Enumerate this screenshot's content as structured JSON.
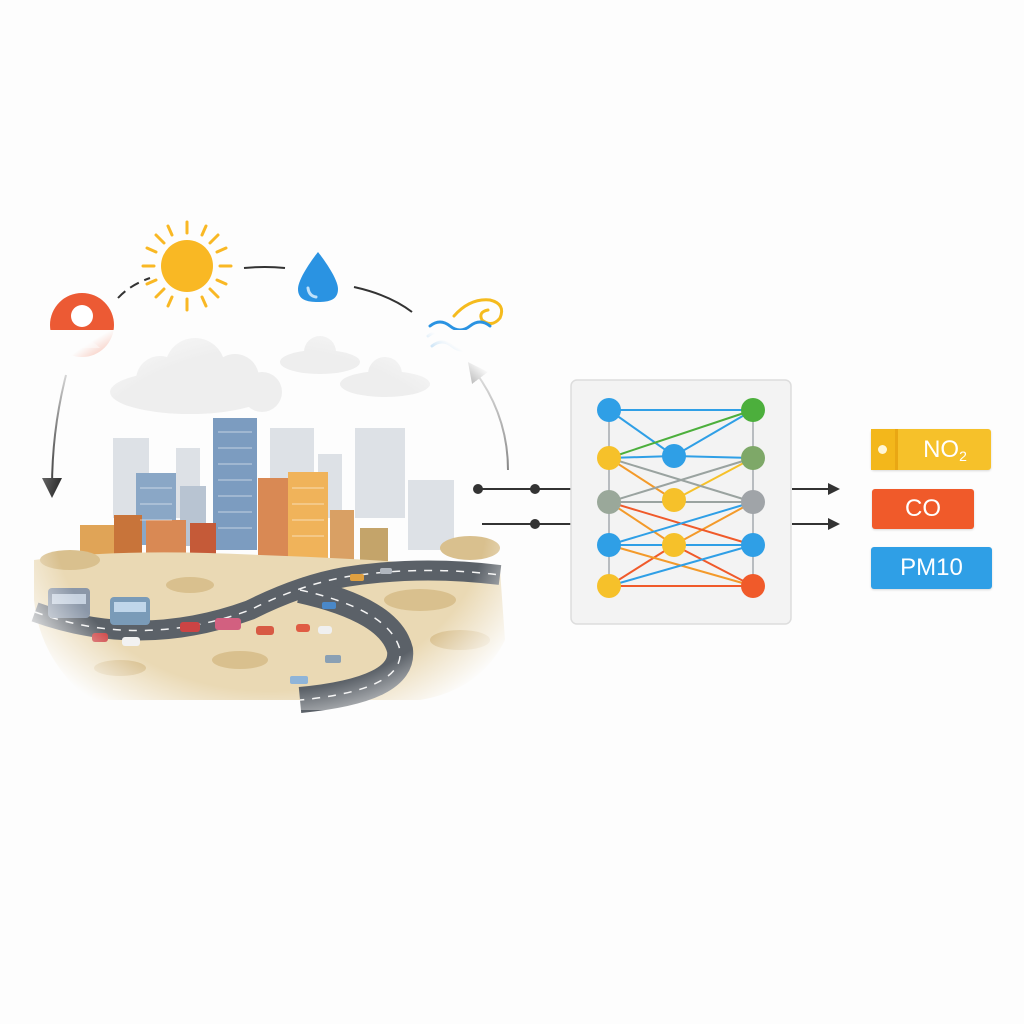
{
  "outputs": {
    "no2_main": "NO",
    "no2_sub": "2",
    "co": "CO",
    "pm10": "PM10"
  },
  "colors": {
    "blue": "#2f9fe6",
    "yellow": "#f6c12a",
    "green": "#4caf3c",
    "gray": "#9aa3a0",
    "red": "#f05a2a",
    "orange": "#f39a2a"
  }
}
